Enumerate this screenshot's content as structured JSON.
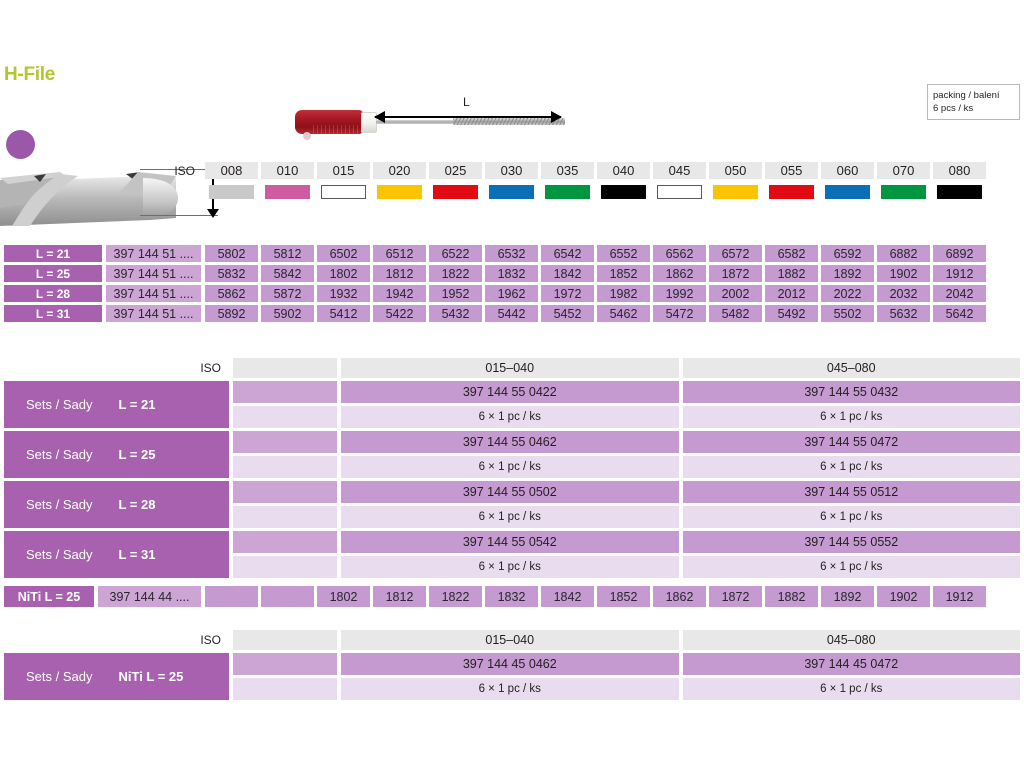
{
  "title": "H-File",
  "packing": {
    "line1": "packing / balení",
    "line2": "6 pcs / ks"
  },
  "diagram": {
    "length_label": "L"
  },
  "iso": {
    "label": "ISO",
    "sizes": [
      "008",
      "010",
      "015",
      "020",
      "025",
      "030",
      "035",
      "040",
      "045",
      "050",
      "055",
      "060",
      "070",
      "080"
    ],
    "colors": [
      "#c9c9c9",
      "#cf5ba0",
      "#ffffff",
      "#fcc400",
      "#e10b14",
      "#0b6fb8",
      "#009640",
      "#000000",
      "#ffffff",
      "#fcc400",
      "#e10b14",
      "#0b6fb8",
      "#009640",
      "#000000"
    ],
    "outlined": [
      false,
      false,
      true,
      false,
      false,
      false,
      false,
      false,
      true,
      false,
      false,
      false,
      false,
      false
    ]
  },
  "main_table": {
    "rows": [
      {
        "length": "L = 21",
        "code": "397 144 51 ....",
        "values": [
          "5802",
          "5812",
          "6502",
          "6512",
          "6522",
          "6532",
          "6542",
          "6552",
          "6562",
          "6572",
          "6582",
          "6592",
          "6882",
          "6892"
        ]
      },
      {
        "length": "L = 25",
        "code": "397 144 51 ....",
        "values": [
          "5832",
          "5842",
          "1802",
          "1812",
          "1822",
          "1832",
          "1842",
          "1852",
          "1862",
          "1872",
          "1882",
          "1892",
          "1902",
          "1912"
        ]
      },
      {
        "length": "L = 28",
        "code": "397 144 51 ....",
        "values": [
          "5862",
          "5872",
          "1932",
          "1942",
          "1952",
          "1962",
          "1972",
          "1982",
          "1992",
          "2002",
          "2012",
          "2022",
          "2032",
          "2042"
        ]
      },
      {
        "length": "L = 31",
        "code": "397 144 51 ....",
        "values": [
          "5892",
          "5902",
          "5412",
          "5422",
          "5432",
          "5442",
          "5452",
          "5462",
          "5472",
          "5482",
          "5492",
          "5502",
          "5632",
          "5642"
        ]
      }
    ]
  },
  "sets_table": {
    "iso_label": "ISO",
    "group_headers": [
      "015–040",
      "045–080"
    ],
    "rows": [
      {
        "name": "Sets / Sady",
        "length": "L = 21",
        "groups": [
          {
            "code": "397 144 55 0422",
            "packing": "6 × 1 pc / ks"
          },
          {
            "code": "397 144 55 0432",
            "packing": "6 × 1 pc / ks"
          }
        ]
      },
      {
        "name": "Sets / Sady",
        "length": "L = 25",
        "groups": [
          {
            "code": "397 144 55 0462",
            "packing": "6 × 1 pc / ks"
          },
          {
            "code": "397 144 55 0472",
            "packing": "6 × 1 pc / ks"
          }
        ]
      },
      {
        "name": "Sets / Sady",
        "length": "L = 28",
        "groups": [
          {
            "code": "397 144 55 0502",
            "packing": "6 × 1 pc / ks"
          },
          {
            "code": "397 144 55 0512",
            "packing": "6 × 1 pc / ks"
          }
        ]
      },
      {
        "name": "Sets / Sady",
        "length": "L = 31",
        "groups": [
          {
            "code": "397 144 55 0542",
            "packing": "6 × 1 pc / ks"
          },
          {
            "code": "397 144 55 0552",
            "packing": "6 × 1 pc / ks"
          }
        ]
      }
    ]
  },
  "niti_row": {
    "length": "NiTi  L = 25",
    "code": "397 144 44 ....",
    "values": [
      "",
      "",
      "1802",
      "1812",
      "1822",
      "1832",
      "1842",
      "1852",
      "1862",
      "1872",
      "1882",
      "1892",
      "1902",
      "1912"
    ]
  },
  "niti_sets_table": {
    "iso_label": "ISO",
    "group_headers": [
      "015–040",
      "045–080"
    ],
    "rows": [
      {
        "name": "Sets / Sady",
        "length": "NiTi  L = 25",
        "groups": [
          {
            "code": "397 144 45 0462",
            "packing": "6 × 1 pc / ks"
          },
          {
            "code": "397 144 45 0472",
            "packing": "6 × 1 pc / ks"
          }
        ]
      }
    ]
  }
}
